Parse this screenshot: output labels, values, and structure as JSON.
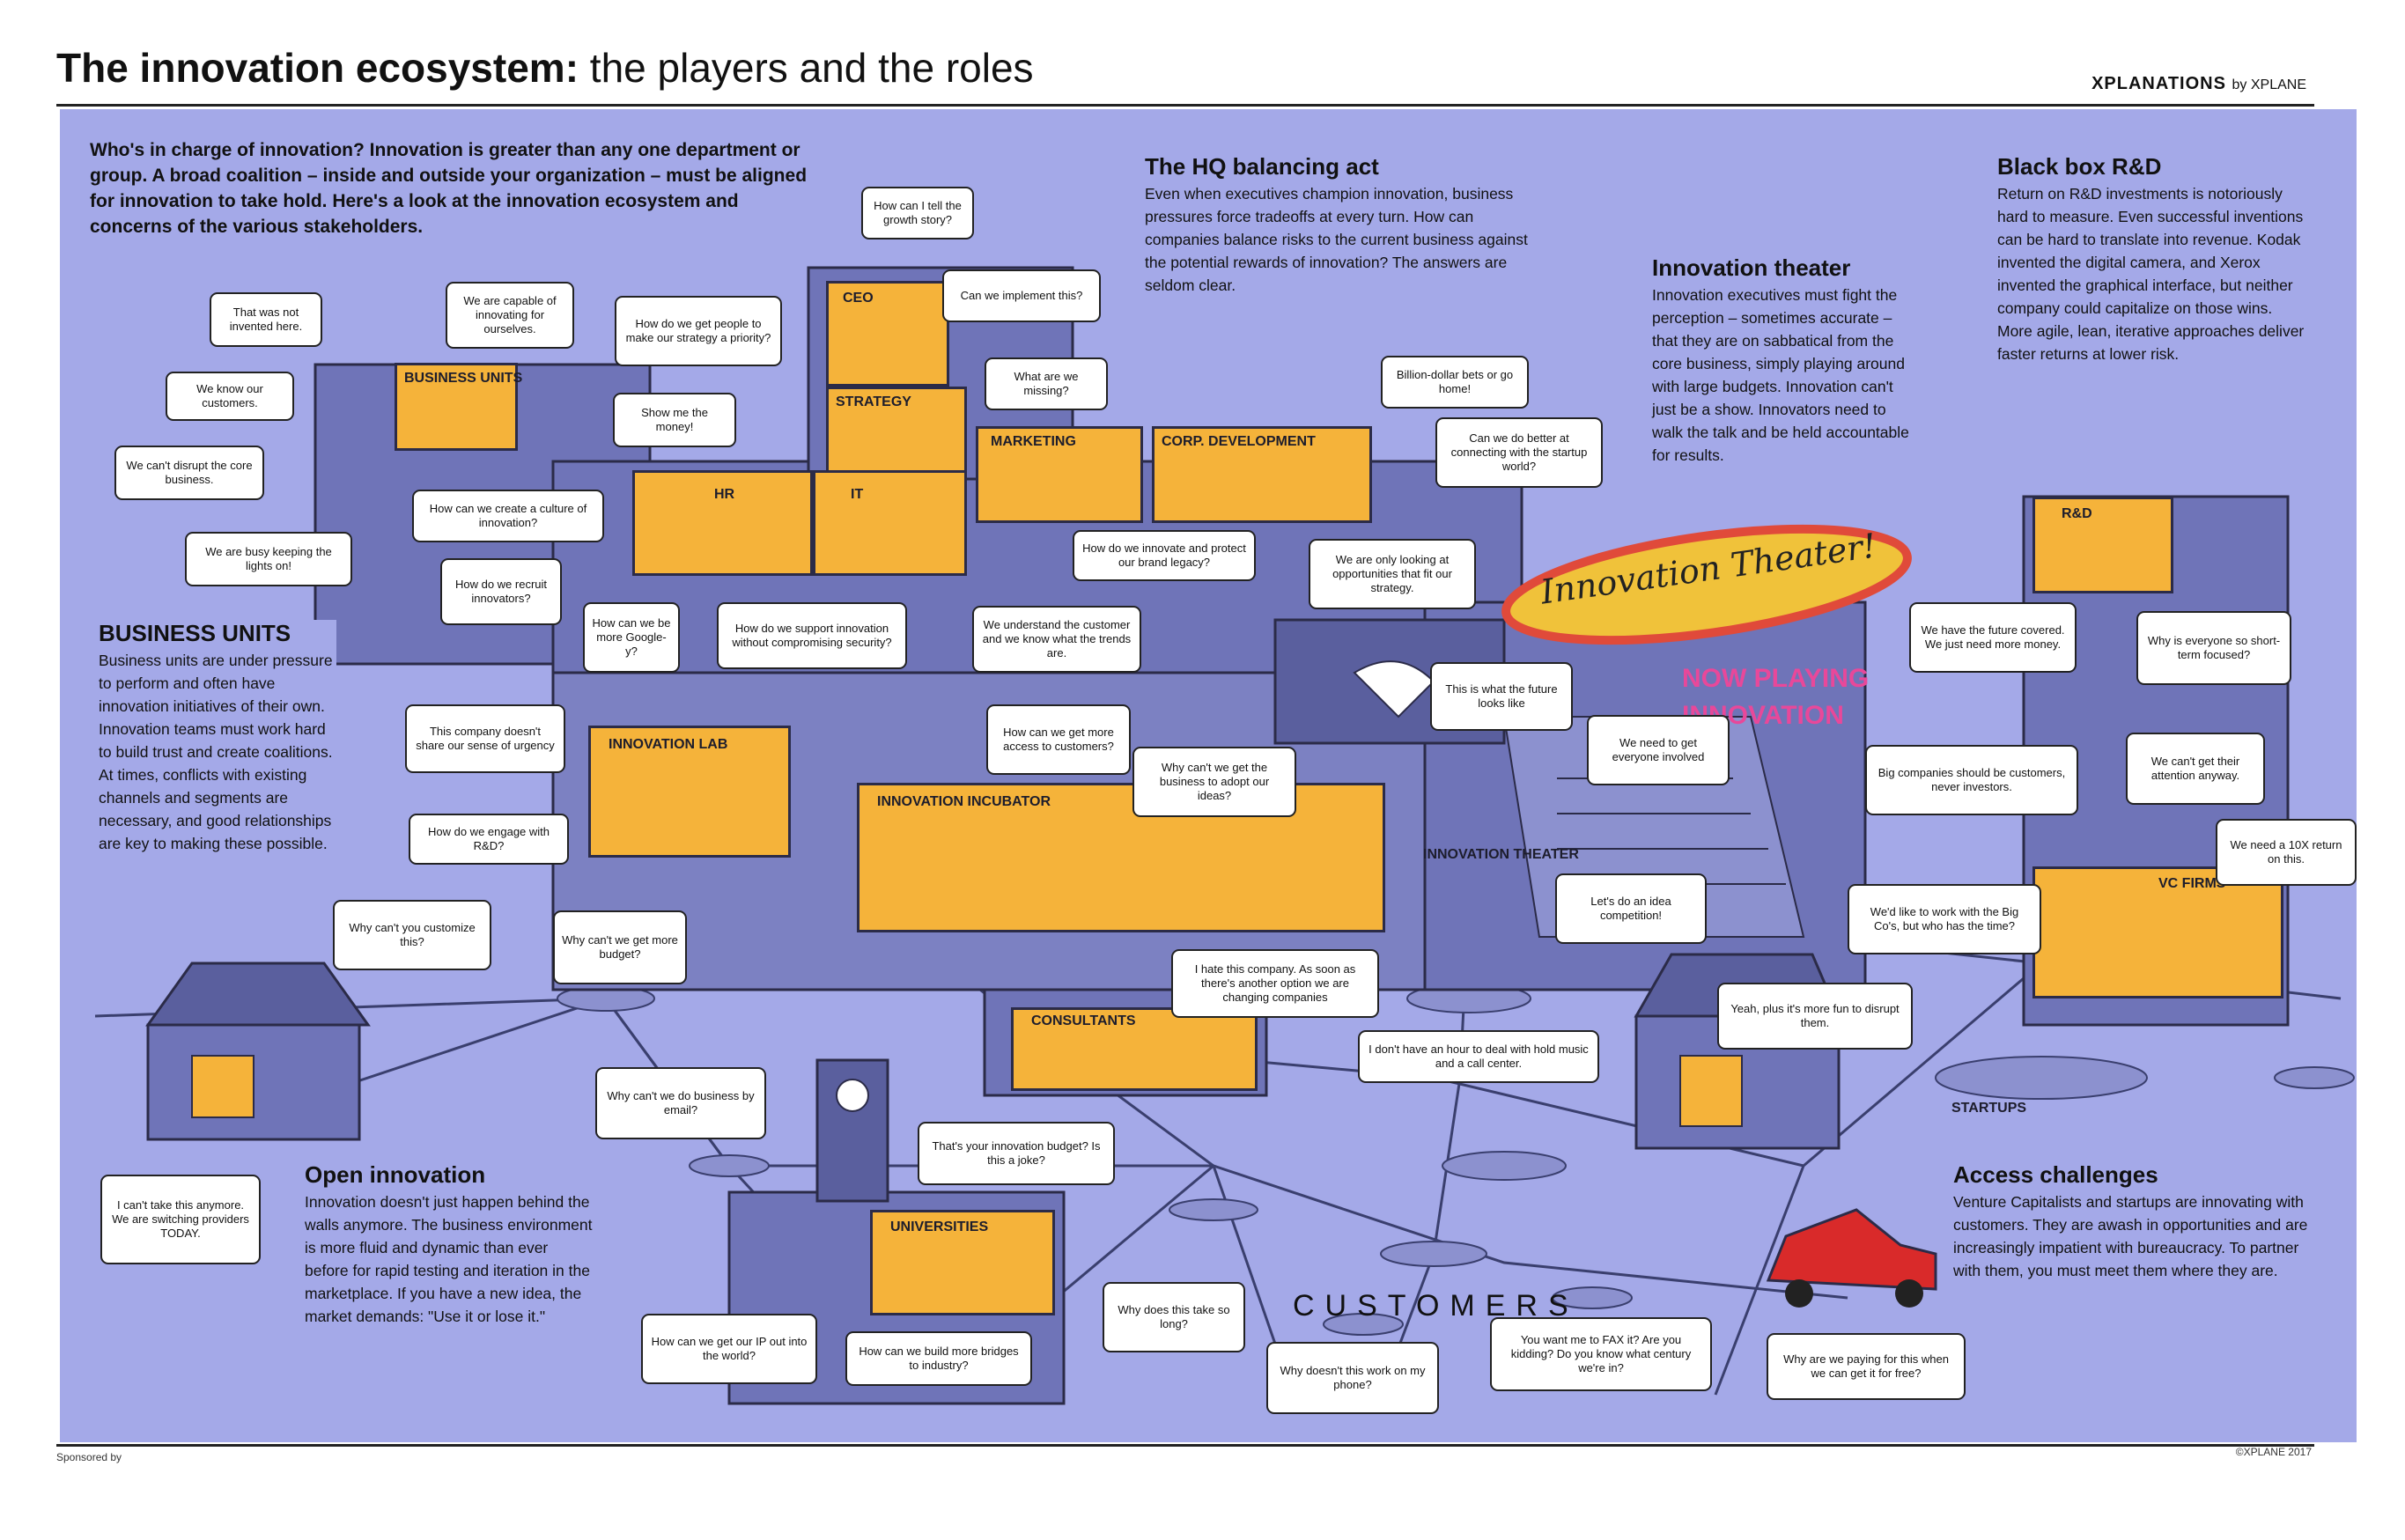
{
  "title": {
    "bold": "The innovation ecosystem:",
    "rest": " the players and the roles"
  },
  "brand": {
    "name": "XPLANATIONS",
    "by": "by XPLANE"
  },
  "footer": {
    "sponsored": "Sponsored by",
    "copyright": "©XPLANE 2017"
  },
  "intro": "Who's in charge of innovation? Innovation is greater than any one department or group. A broad coalition – inside and outside your organization – must be aligned for innovation to take hold. Here's a look at the innovation ecosystem and concerns of the various stakeholders.",
  "sections": {
    "hq": {
      "heading": "The HQ balancing act",
      "body": "Even when executives champion innovation, business pressures force tradeoffs at every turn. How can companies balance risks to the current business against the potential rewards of innovation? The answers are seldom clear."
    },
    "theater": {
      "heading": "Innovation theater",
      "body": "Innovation executives must fight the perception – sometimes accurate – that they are on sabbatical from the core business, simply playing around with large budgets. Innovation can't just be a show. Innovators need to walk the talk and be held accountable for results."
    },
    "blackbox": {
      "heading": "Black box R&D",
      "body": "Return on R&D investments is notoriously hard to measure. Even successful inventions can be hard to translate into revenue. Kodak invented the digital camera, and Xerox invented the graphical interface, but neither company could capitalize on those wins. More agile, lean, iterative approaches deliver faster returns at lower risk."
    },
    "business_units": {
      "heading": "BUSINESS UNITS",
      "body": "Business units are under pressure to perform and often have innovation initiatives of their own. Innovation teams must work hard to build trust and create coalitions. At times, conflicts with existing channels and segments are necessary, and good relationships are key to making these possible."
    },
    "open": {
      "heading": "Open innovation",
      "body": "Innovation doesn't just happen behind the walls anymore. The business environment is more fluid and dynamic than ever before for rapid testing and iteration in the marketplace. If you have a new idea, the market demands: \"Use it or lose it.\""
    },
    "access": {
      "heading": "Access challenges",
      "body": "Venture Capitalists and startups are innovating with customers. They are awash in opportunities and are increasingly impatient with bureaucracy. To partner with them, you must meet them where they are."
    }
  },
  "rooms": {
    "business_units": "BUSINESS UNITS",
    "ceo": "CEO",
    "strategy": "STRATEGY",
    "marketing": "MARKETING",
    "corp_dev": "CORP. DEVELOPMENT",
    "hr": "HR",
    "it": "IT",
    "innovation_lab": "INNOVATION LAB",
    "incubator": "INNOVATION INCUBATOR",
    "theater": "INNOVATION THEATER",
    "rnd": "R&D",
    "vc": "VC FIRMS",
    "startups": "STARTUPS",
    "consultants": "CONSULTANTS",
    "universities": "UNIVERSITIES"
  },
  "customers_label": "CUSTOMERS",
  "theater_sign": "Innovation Theater!",
  "marquee": [
    "NOW PLAYING",
    "INNOVATION"
  ],
  "bubbles": [
    "How can I tell the growth story?",
    "Can we implement this?",
    "What are we missing?",
    "How do we get people to make our strategy a priority?",
    "We are capable of innovating for ourselves.",
    "That was not invented here.",
    "We know our customers.",
    "We can't disrupt the core business.",
    "We are busy keeping the lights on!",
    "Show me the money!",
    "How can we create a culture of innovation?",
    "How do we recruit innovators?",
    "How can we be more Google-y?",
    "How do we support innovation without compromising security?",
    "We understand the customer and we know what the trends are.",
    "How do we innovate and protect our brand legacy?",
    "Billion-dollar bets or go home!",
    "Can we do better at connecting with the startup world?",
    "We are only looking at opportunities that fit our strategy.",
    "This is what the future looks like",
    "We need to get everyone involved",
    "This company doesn't share our sense of urgency",
    "How do we engage with R&D?",
    "How can we get more access to customers?",
    "Why can't we get the business to adopt our ideas?",
    "Why can't you customize this?",
    "Why can't we get more budget?",
    "Let's do an idea competition!",
    "I hate this company. As soon as there's another option we are changing companies",
    "We have the future covered. We just need more money.",
    "Why is everyone so short-term focused?",
    "Big companies should be customers, never investors.",
    "We can't get their attention anyway.",
    "We need a 10X return on this.",
    "We'd like to work with the Big Co's, but who has the time?",
    "Yeah, plus it's more fun to disrupt them.",
    "I don't have an hour to deal with hold music and a call center.",
    "Why can't we do business by email?",
    "That's your innovation budget? Is this a joke?",
    "I can't take this anymore. We are switching providers TODAY.",
    "How can we get our IP out into the world?",
    "How can we build more bridges to industry?",
    "Why does this take so long?",
    "Why doesn't this work on my phone?",
    "You want me to FAX it? Are you kidding? Do you know what century we're in?",
    "Why are we paying for this when we can get it for free?"
  ],
  "colors": {
    "background": "#a4a9e8",
    "room": "#f5b33a",
    "building": "#6f74b8",
    "ink": "#222222"
  }
}
